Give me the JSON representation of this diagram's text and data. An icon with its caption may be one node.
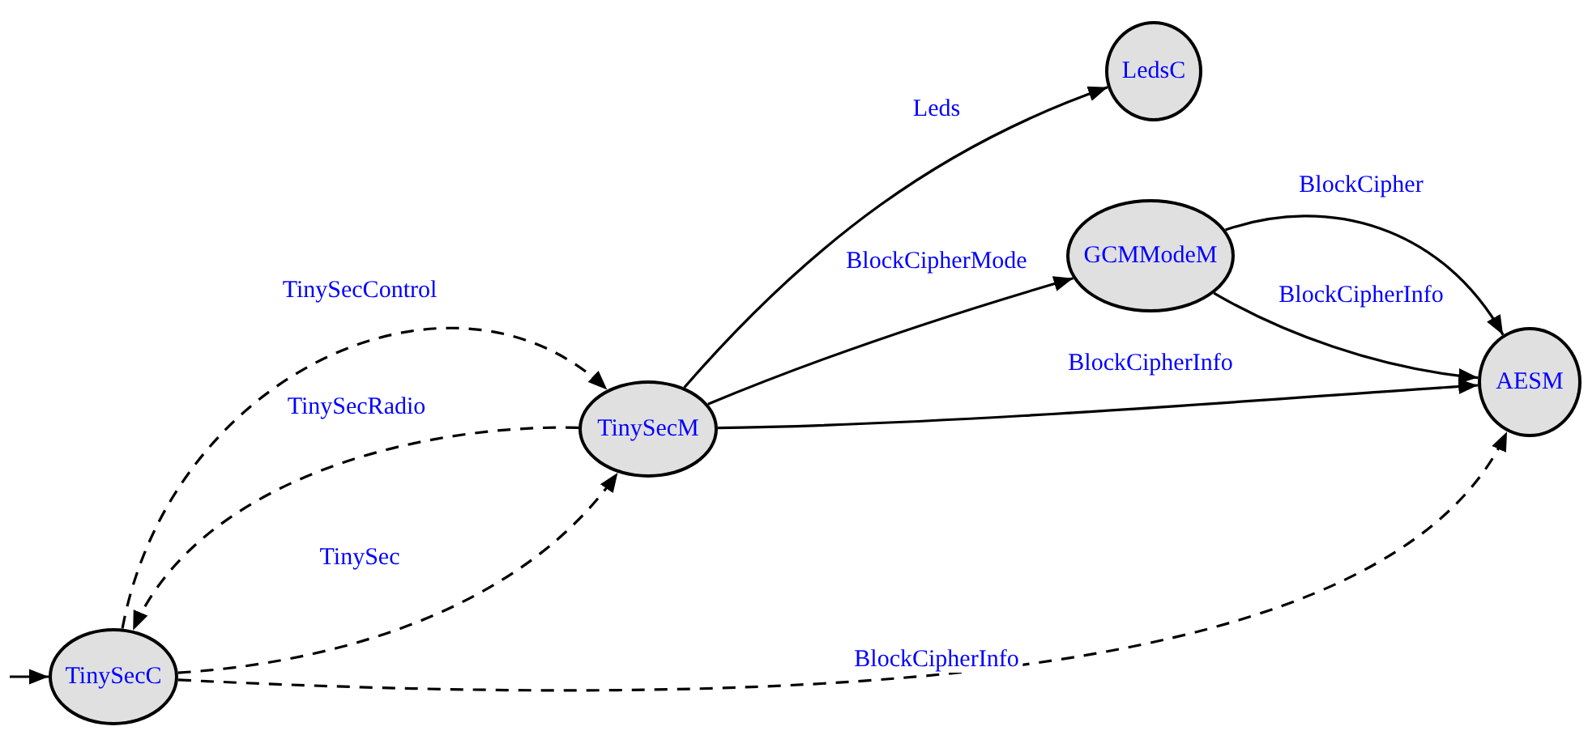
{
  "diagram": {
    "nodes": [
      {
        "text": [
          "TinySecC"
        ]
      },
      {
        "text": [
          "TinySecM"
        ]
      },
      {
        "text": [
          "LedsC"
        ]
      },
      {
        "text": [
          "GCMModeM"
        ]
      },
      {
        "text": [
          "AESM"
        ]
      }
    ],
    "edges": [
      {
        "from": 0,
        "to": 1,
        "arrow": "to",
        "label": "TinySecControl",
        "style": "dashed"
      },
      {
        "from": 1,
        "to": 0,
        "arrow": "to",
        "label": "TinySecRadio",
        "style": "dashed"
      },
      {
        "from": 0,
        "to": 1,
        "arrow": "to",
        "label": "TinySec",
        "style": "dashed"
      },
      {
        "from": 1,
        "to": 2,
        "arrow": "to",
        "label": "Leds"
      },
      {
        "from": 1,
        "to": 3,
        "arrow": "to",
        "label": "BlockCipherMode"
      },
      {
        "from": 1,
        "to": 4,
        "arrow": "to",
        "label": "BlockCipherInfo"
      },
      {
        "from": 3,
        "to": 4,
        "arrow": "to",
        "label": "BlockCipher"
      },
      {
        "from": 3,
        "to": 4,
        "arrow": "to",
        "label": "BlockCipherInfo"
      },
      {
        "from": 0,
        "to": 4,
        "arrow": "to",
        "label": "BlockCipherInfo",
        "style": "dashed"
      },
      {
        "from": null,
        "to": 0,
        "arrow": "to"
      }
    ]
  }
}
